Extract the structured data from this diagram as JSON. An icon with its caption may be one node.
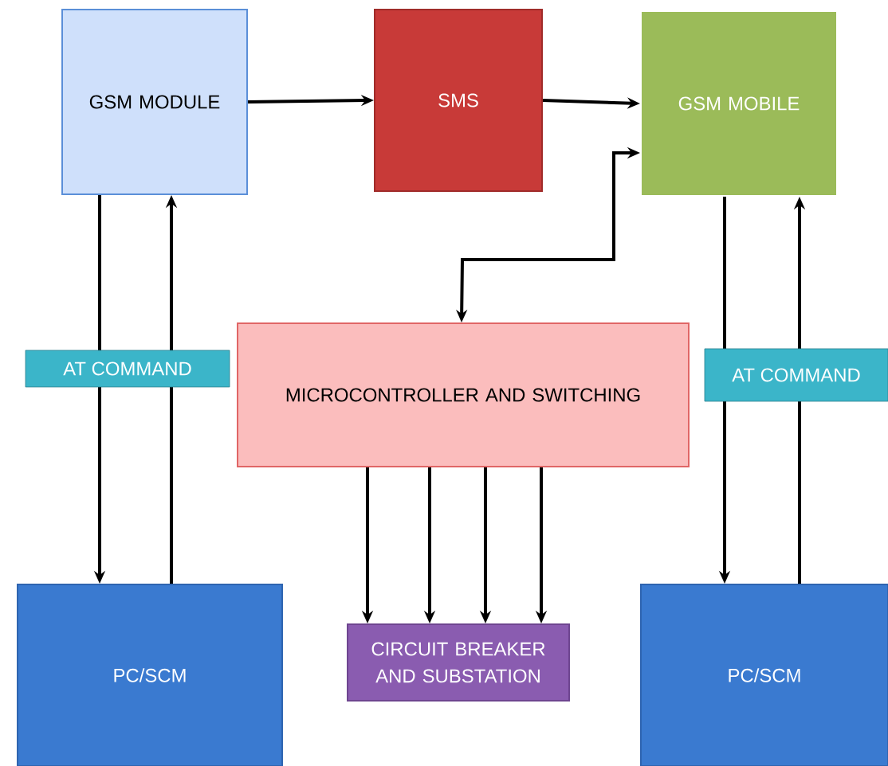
{
  "diagram": {
    "nodes": [
      {
        "text": [
          "GSM MODULE"
        ]
      },
      {
        "text": [
          "SMS"
        ]
      },
      {
        "text": [
          "GSM MOBILE"
        ]
      },
      {
        "text": [
          "MICROCONTROLLER AND  SWITCHING"
        ]
      },
      {
        "text": [
          "PC/SCM"
        ]
      },
      {
        "text": [
          "CIRCUIT BREAKER AND SUBSTATION"
        ]
      },
      {
        "text": [
          "PC/SCM"
        ]
      }
    ],
    "edges": [
      {
        "from": 0,
        "to": 1,
        "arrow": "to"
      },
      {
        "from": 1,
        "to": 2,
        "arrow": "to"
      },
      {
        "from": 3,
        "to": 2,
        "arrow": "both"
      },
      {
        "from": 0,
        "to": 4,
        "arrow": "to"
      },
      {
        "from": 4,
        "to": 0,
        "arrow": "to"
      },
      {
        "from": 2,
        "to": 6,
        "arrow": "to"
      },
      {
        "from": 6,
        "to": 2,
        "arrow": "to"
      },
      {
        "from": 3,
        "to": 5,
        "arrow": "to"
      },
      {
        "from": 3,
        "to": 5,
        "arrow": "to"
      },
      {
        "from": 3,
        "to": 5,
        "arrow": "to"
      },
      {
        "from": 3,
        "to": 5,
        "arrow": "to"
      }
    ],
    "labels": [
      "AT COMMAND",
      "AT COMMAND"
    ]
  }
}
